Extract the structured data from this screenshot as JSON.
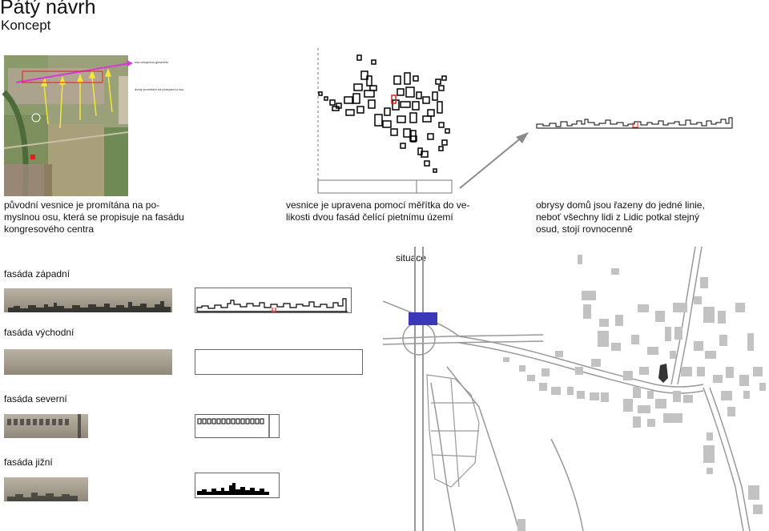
{
  "header": {
    "title": "Pátý návrh",
    "subtitle": "Koncept"
  },
  "concept": {
    "aerial_notes": [
      "osa vztupního giovinetu",
      "domy promítám na pomyslnou osu"
    ],
    "captions": [
      "původní vesnice je promítána na po-\nmyslnou osu, která se propisuje na fasádu\nkongresového centra",
      "vesnice je upravena pomocí měřítka do ve-\nlikosti dvou fasád čelící pietnímu území",
      "obrysy domů jsou řazeny do jedné linie,\nneboť všechny lidi z Lidic potkal stejný\nosud, stojí rovnocenně"
    ]
  },
  "facades": [
    {
      "label": "fasáda západní"
    },
    {
      "label": "fasáda východní"
    },
    {
      "label": "fasáda severní"
    },
    {
      "label": "fasáda jižní"
    }
  ],
  "site": {
    "label": "situace",
    "accent": "#3a37b8"
  },
  "colors": {
    "outline": "#000000",
    "accent_red": "#e0201a",
    "arrow": "#8a8a8a",
    "building": "#c2c2c2",
    "aerial_magenta": "#d63ad6",
    "aerial_yellow": "#f2e63a"
  }
}
